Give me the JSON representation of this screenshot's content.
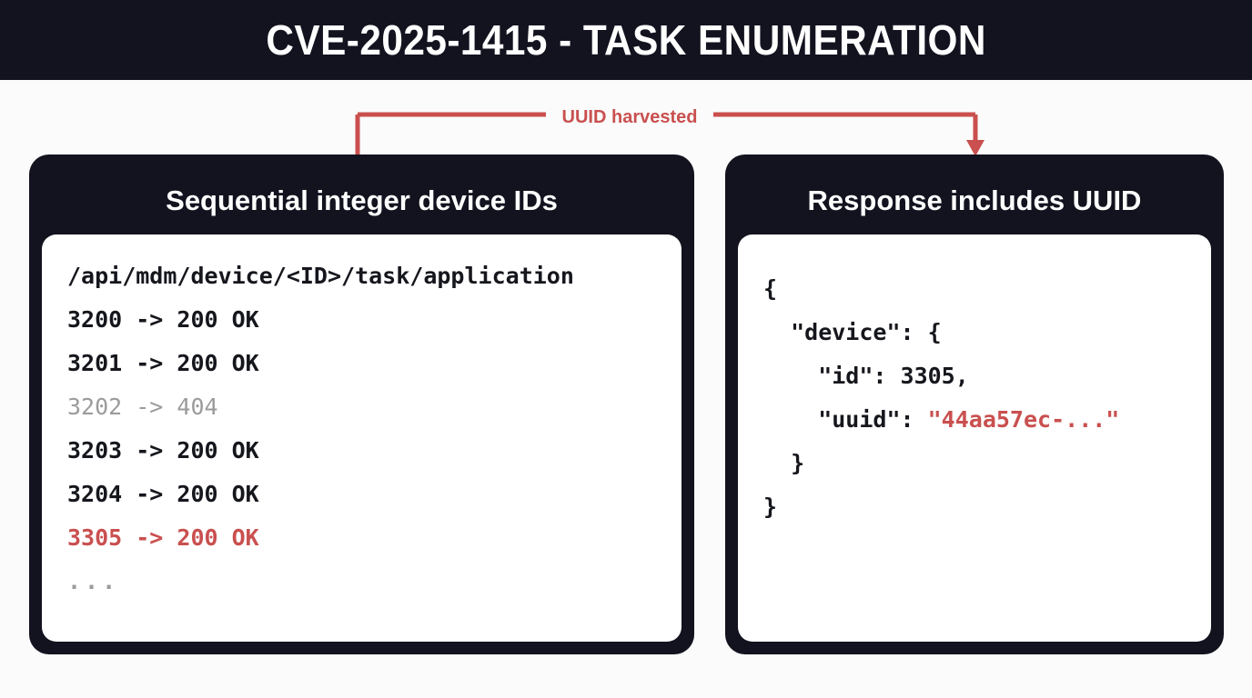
{
  "header": {
    "title": "CVE-2025-1415 - TASK ENUMERATION",
    "background_color": "#12131f",
    "text_color": "#ffffff"
  },
  "connector": {
    "label": "UUID harvested",
    "color": "#c9504f",
    "direction": "left-card-to-right-card"
  },
  "colors": {
    "page_background": "#fbfbfb",
    "card_background": "#12131f",
    "panel_background": "#ffffff",
    "accent_red": "#c9504f",
    "muted_gray": "#9b9b9b",
    "code_black": "#16171d"
  },
  "cards": [
    {
      "id": "left",
      "title": "Sequential integer device IDs",
      "lines": [
        {
          "text": "/api/mdm/device/<ID>/task/application",
          "style": "plain"
        },
        {
          "text": "3200 -> 200 OK",
          "style": "plain"
        },
        {
          "text": "3201 -> 200 OK",
          "style": "plain"
        },
        {
          "text": "3202 -> 404",
          "style": "muted"
        },
        {
          "text": "3203 -> 200 OK",
          "style": "plain"
        },
        {
          "text": "3204 -> 200 OK",
          "style": "plain"
        },
        {
          "text": "3305 -> 200 OK",
          "style": "accent"
        },
        {
          "text": "...",
          "style": "dots"
        }
      ]
    },
    {
      "id": "right",
      "title": "Response includes UUID",
      "lines": [
        {
          "text": "{",
          "style": "plain"
        },
        {
          "text": "  \"device\": {",
          "style": "plain"
        },
        {
          "text": "    \"id\": 3305,",
          "style": "plain"
        },
        {
          "prefix": "    \"uuid\": ",
          "value": "\"44aa57ec-...\"",
          "style": "mixed"
        },
        {
          "text": "  }",
          "style": "plain"
        },
        {
          "text": "}",
          "style": "plain"
        }
      ]
    }
  ]
}
